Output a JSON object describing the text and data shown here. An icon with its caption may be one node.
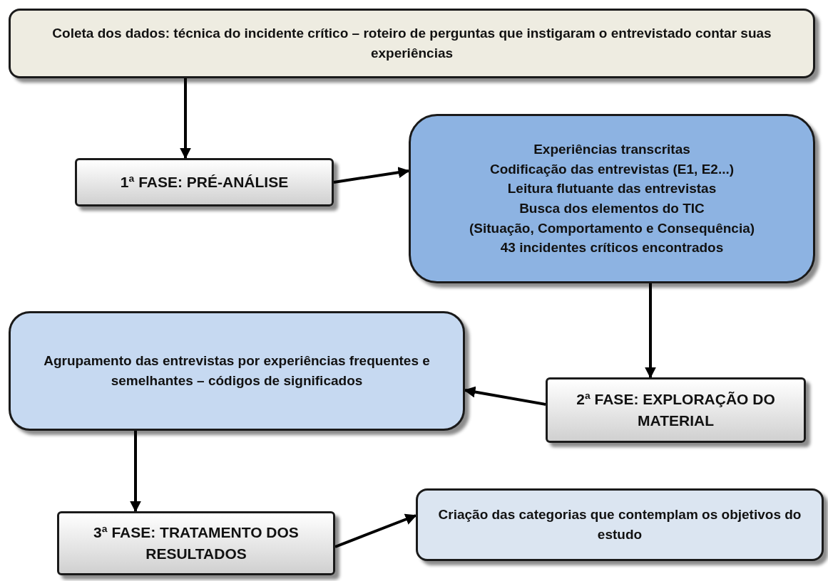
{
  "diagram": {
    "nodes": [
      {
        "text": [
          "Coleta dos dados: técnica do incidente crítico – roteiro de perguntas que instigaram o entrevistado contar suas experiências"
        ]
      },
      {
        "text": [
          "1ª FASE: PRÉ-ANÁLISE"
        ]
      },
      {
        "text": [
          "Experiências transcritas",
          "Codificação das entrevistas (E1, E2...)",
          "Leitura flutuante das entrevistas",
          "Busca dos elementos do TIC",
          "(Situação, Comportamento e Consequência)",
          "43 incidentes críticos encontrados"
        ]
      },
      {
        "text": [
          "Agrupamento das entrevistas por experiências frequentes e semelhantes – códigos de significados"
        ]
      },
      {
        "text": [
          "2ª FASE: EXPLORAÇÃO DO MATERIAL"
        ]
      },
      {
        "text": [
          "3ª FASE: TRATAMENTO DOS RESULTADOS"
        ]
      },
      {
        "text": [
          "Criação das categorias que contemplam os objetivos do estudo"
        ]
      }
    ],
    "edges": [
      {
        "from": 0,
        "to": 1,
        "arrow": "to"
      },
      {
        "from": 1,
        "to": 2,
        "arrow": "to"
      },
      {
        "from": 2,
        "to": 4,
        "arrow": "to"
      },
      {
        "from": 4,
        "to": 3,
        "arrow": "to"
      },
      {
        "from": 3,
        "to": 5,
        "arrow": "to"
      },
      {
        "from": 5,
        "to": 6,
        "arrow": "to"
      }
    ]
  }
}
